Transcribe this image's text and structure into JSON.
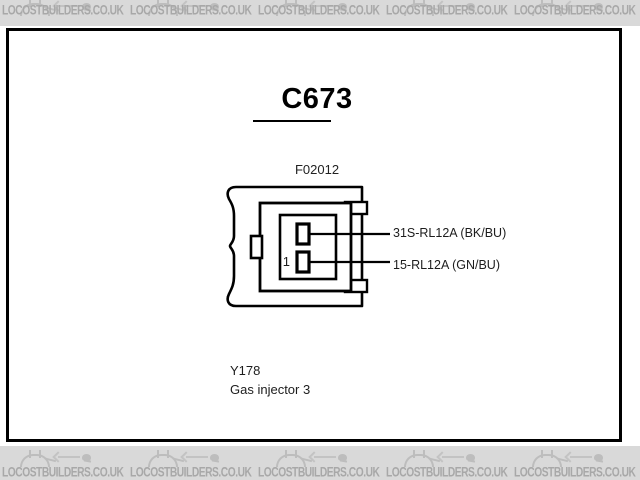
{
  "document": {
    "watermark_text": "LOCOSTBUILDERS.CO.UK",
    "watermark_color": "#a8a8a8",
    "watermark_band_color": "#d9d9d9",
    "frame_color": "#000000"
  },
  "diagram": {
    "title": "C673",
    "sub_code": "F02012",
    "component_code": "Y178",
    "component_name": "Gas injector 3",
    "pin_number_label": "1",
    "pins": [
      {
        "position": "upper",
        "label": "31S-RL12A (BK/BU)",
        "circuit": "31S-RL12A",
        "wire_colour": "BK/BU"
      },
      {
        "position": "lower",
        "label": "15-RL12A (GN/BU)",
        "circuit": "15-RL12A",
        "wire_colour": "GN/BU"
      }
    ]
  }
}
